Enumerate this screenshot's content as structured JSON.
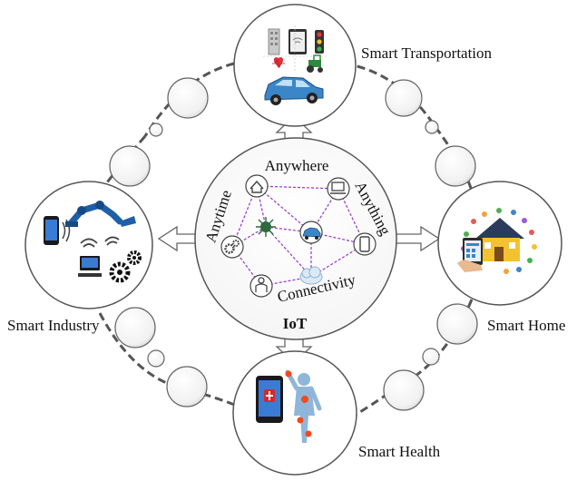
{
  "center": {
    "title": "IoT",
    "ring_words": {
      "top": "Anywhere",
      "left": "Anytime",
      "right": "Anything",
      "bottom": "Connectivity"
    },
    "icons": [
      "home-icon",
      "laptop-icon",
      "gear-icon",
      "virus-icon",
      "car-icon",
      "phone-icon",
      "person-icon",
      "cloud-icon"
    ]
  },
  "domains": {
    "transportation": {
      "label": "Smart Transportation",
      "icons": [
        "building-icon",
        "tablet-icon",
        "traffic-light-icon",
        "heart-icon",
        "tractor-icon",
        "car-icon"
      ]
    },
    "industry": {
      "label": "Smart Industry",
      "icons": [
        "phone-icon",
        "robot-arm-icon",
        "wifi-icon",
        "monitor-icon",
        "gears-icon"
      ]
    },
    "home": {
      "label": "Smart Home",
      "icons": [
        "house-icon",
        "tablet-icon",
        "hand-icon"
      ]
    },
    "health": {
      "label": "Smart Health",
      "icons": [
        "phone-icon",
        "medical-cross-icon",
        "body-icon"
      ]
    }
  },
  "colors": {
    "circle_stroke": "#555555",
    "dashed_link": "#9933cc",
    "ring_dash": "#555555",
    "arrow_fill": "#ffffff",
    "robot_blue": "#1f5fa8",
    "car_blue": "#3a86c8",
    "house_yellow": "#f2c230",
    "phone_red": "#d62828"
  }
}
